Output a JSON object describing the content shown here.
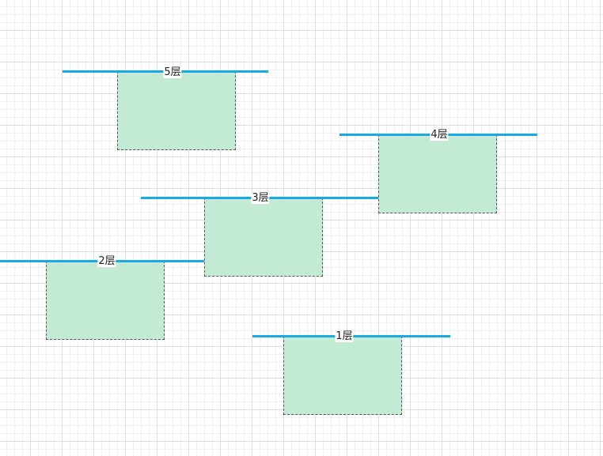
{
  "diagram": {
    "floors": [
      {
        "id": "5",
        "label": "5层"
      },
      {
        "id": "4",
        "label": "4层"
      },
      {
        "id": "3",
        "label": "3层"
      },
      {
        "id": "2",
        "label": "2层"
      },
      {
        "id": "1",
        "label": "1层"
      }
    ]
  },
  "colors": {
    "block_fill": "#c3ead4",
    "line": "#1aa9e0",
    "grid": "#dcdcdc"
  }
}
